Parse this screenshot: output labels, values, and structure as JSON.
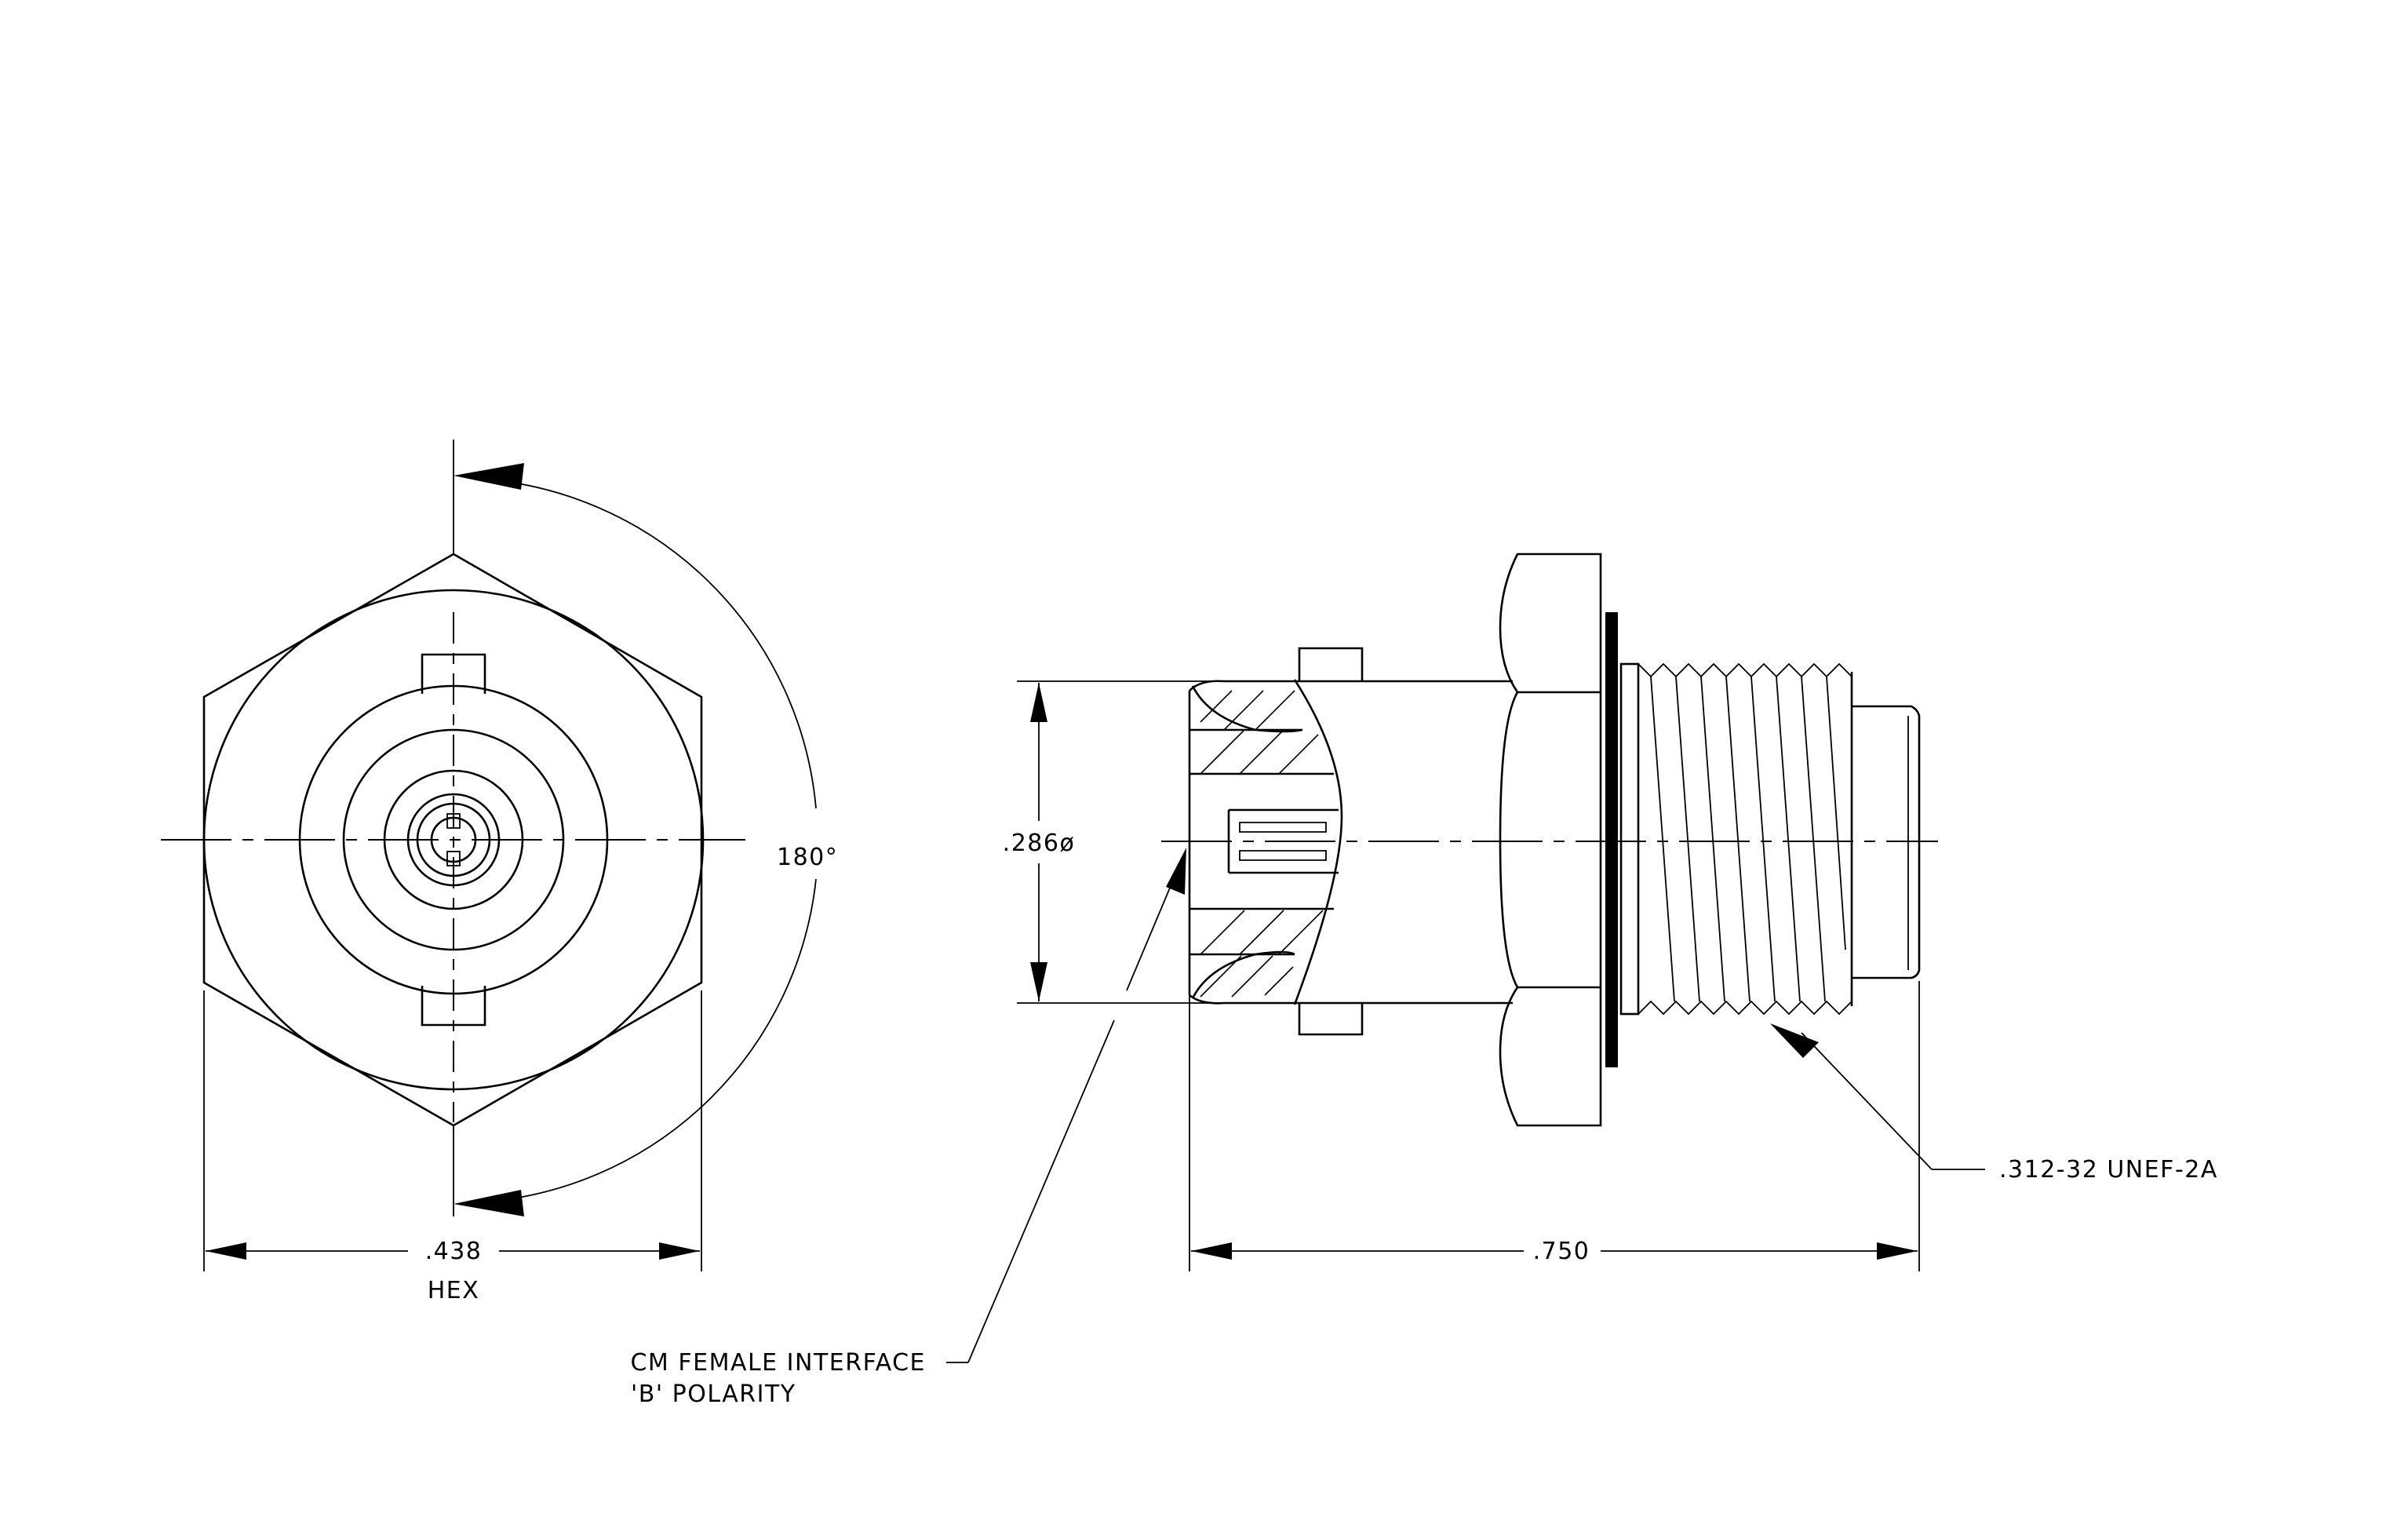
{
  "labels": {
    "angle": "180°",
    "hex_dim": ".438",
    "hex_word": "HEX",
    "diameter_dim": ".286ø",
    "length_dim": ".750",
    "thread_callout": ".312-32 UNEF-2A",
    "interface_line1": "CM FEMALE INTERFACE",
    "interface_line2": "'B' POLARITY"
  }
}
